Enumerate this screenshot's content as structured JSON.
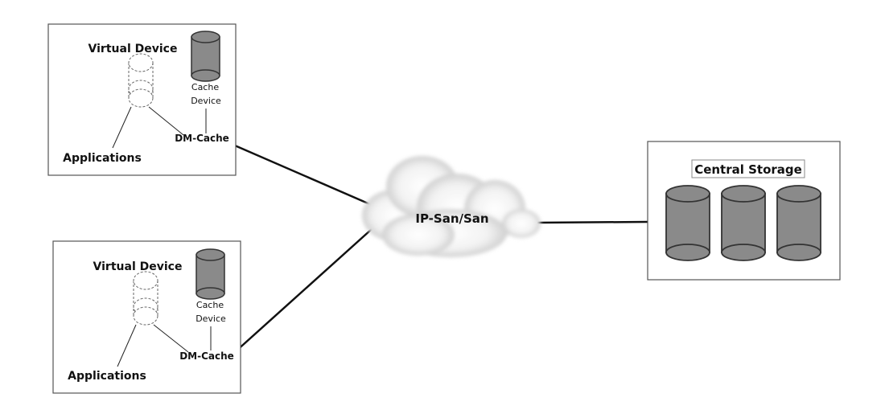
{
  "host1": {
    "virtual_device_label": "Virtual Device",
    "cache_label_line1": "Cache",
    "cache_label_line2": "Device",
    "dm_cache_label": "DM-Cache",
    "applications_label": "Applications"
  },
  "host2": {
    "virtual_device_label": "Virtual Device",
    "cache_label_line1": "Cache",
    "cache_label_line2": "Device",
    "dm_cache_label": "DM-Cache",
    "applications_label": "Applications"
  },
  "network": {
    "label": "IP-San/San"
  },
  "storage": {
    "title": "Central Storage",
    "disk_count": 3
  },
  "colors": {
    "disk_fill": "#8a8a8a",
    "outline": "#333333"
  }
}
